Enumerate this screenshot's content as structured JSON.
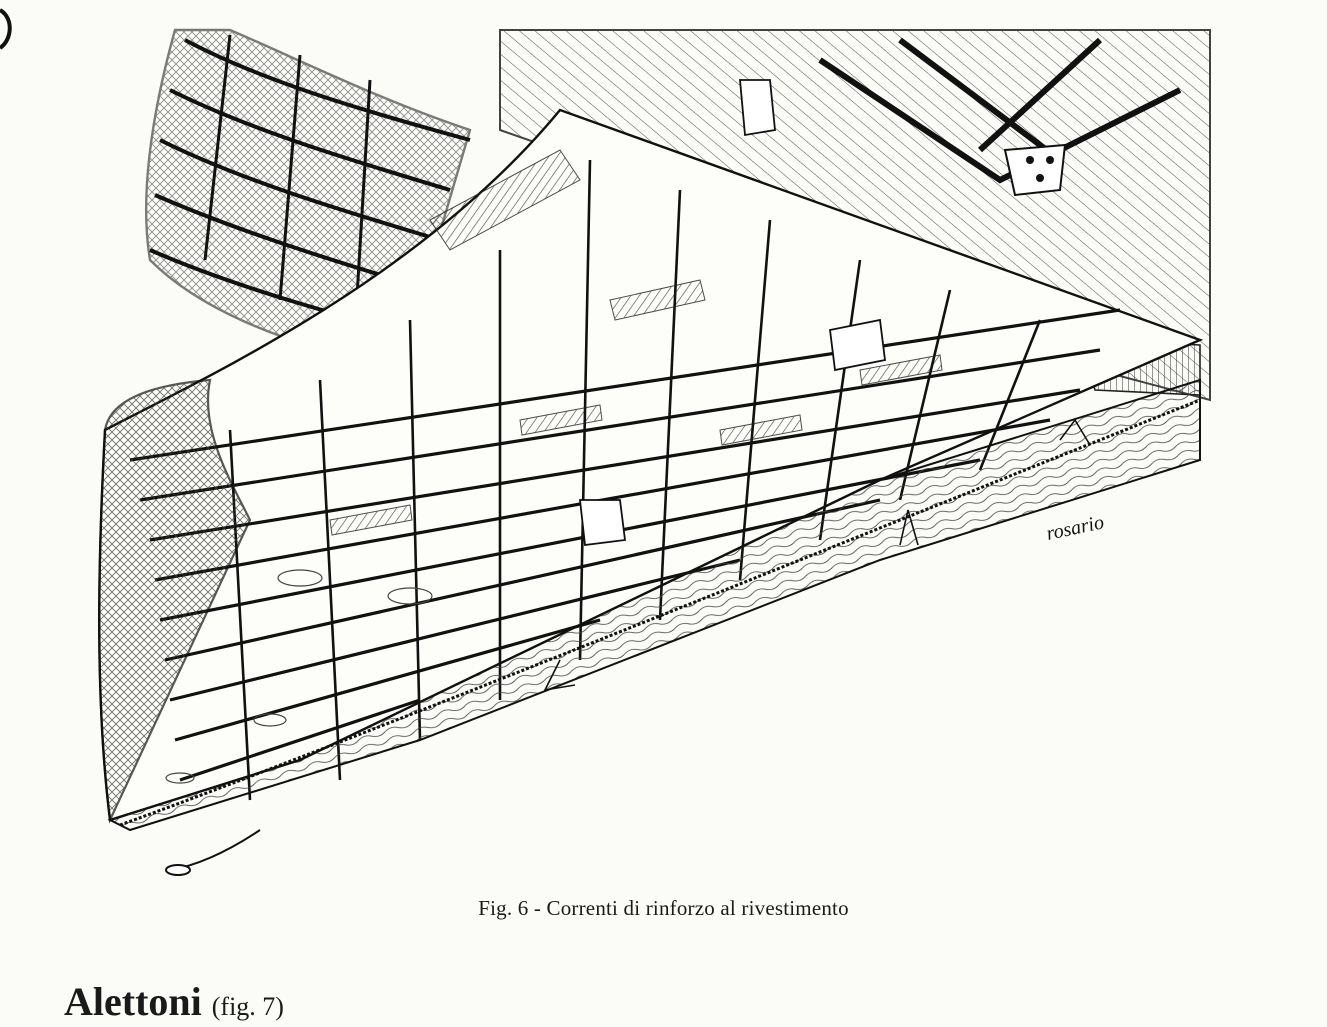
{
  "figure": {
    "caption": "Fig. 6 - Correnti di rinforzo al rivestimento",
    "signature": "rosario"
  },
  "next_section": {
    "heading": "Alettoni",
    "reference": "(fig. 7)"
  }
}
